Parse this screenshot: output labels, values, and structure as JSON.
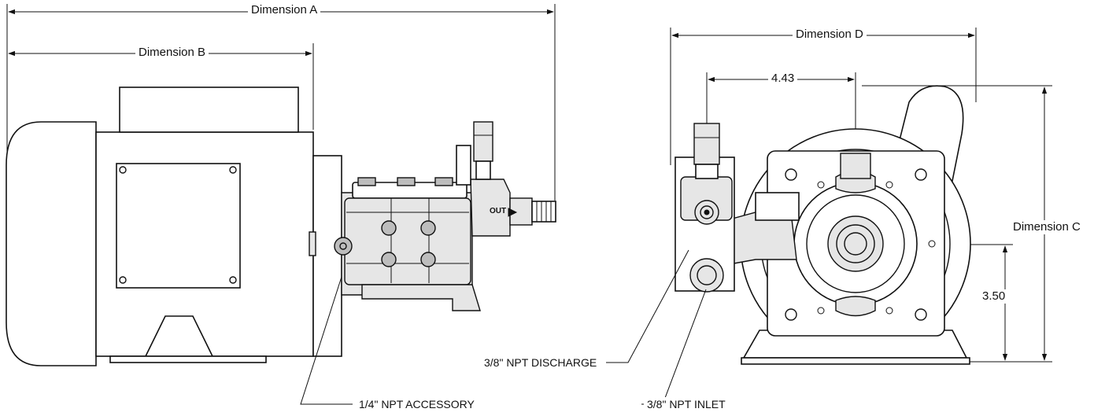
{
  "dimensions": {
    "a": "Dimension A",
    "b": "Dimension B",
    "c": "Dimension C",
    "d": "Dimension D",
    "offset_horizontal": "4.43",
    "offset_vertical": "3.50"
  },
  "callouts": {
    "accessory": "1/4\" NPT ACCESSORY",
    "discharge": "3/8\" NPT DISCHARGE",
    "inlet": "3/8\" NPT INLET"
  },
  "pump_marking": {
    "out": "OUT"
  }
}
